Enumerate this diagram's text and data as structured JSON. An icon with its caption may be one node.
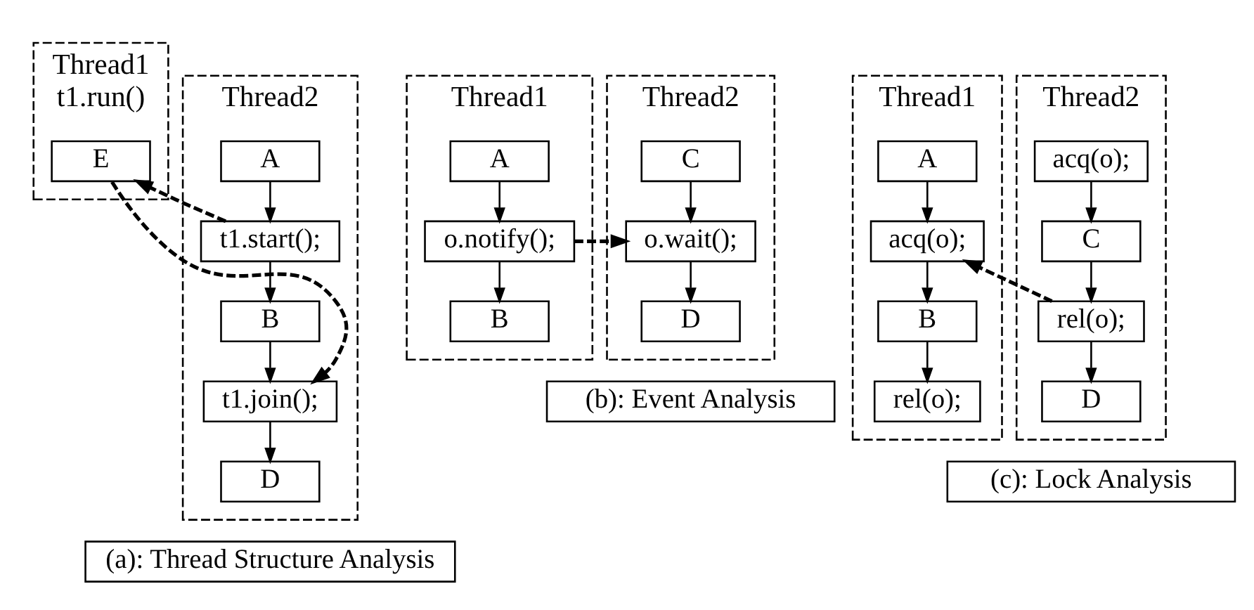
{
  "diagram": {
    "nodes": [
      {
        "text": [
          "Thread1",
          "t1.run()"
        ]
      },
      {
        "text": [
          "E"
        ],
        "in": 0
      },
      {
        "text": [
          "Thread2"
        ]
      },
      {
        "text": [
          "A"
        ],
        "in": 2
      },
      {
        "text": [
          "t1.start();"
        ],
        "in": 2
      },
      {
        "text": [
          "B"
        ],
        "in": 2
      },
      {
        "text": [
          "t1.join();"
        ],
        "in": 2
      },
      {
        "text": [
          "D"
        ],
        "in": 2
      },
      {
        "text": [
          "(a): Thread Structure Analysis"
        ]
      },
      {
        "text": [
          "Thread1"
        ]
      },
      {
        "text": [
          "A"
        ],
        "in": 9
      },
      {
        "text": [
          "o.notify();"
        ],
        "in": 9
      },
      {
        "text": [
          "B"
        ],
        "in": 9
      },
      {
        "text": [
          "Thread2"
        ]
      },
      {
        "text": [
          "C"
        ],
        "in": 13
      },
      {
        "text": [
          "o.wait();"
        ],
        "in": 13
      },
      {
        "text": [
          "D"
        ],
        "in": 13
      },
      {
        "text": [
          "(b): Event Analysis"
        ]
      },
      {
        "text": [
          "Thread1"
        ]
      },
      {
        "text": [
          "A"
        ],
        "in": 18
      },
      {
        "text": [
          "acq(o);"
        ],
        "in": 18
      },
      {
        "text": [
          "B"
        ],
        "in": 18
      },
      {
        "text": [
          "rel(o);"
        ],
        "in": 18
      },
      {
        "text": [
          "Thread2"
        ]
      },
      {
        "text": [
          "acq(o);"
        ],
        "in": 23
      },
      {
        "text": [
          "C"
        ],
        "in": 23
      },
      {
        "text": [
          "rel(o);"
        ],
        "in": 23
      },
      {
        "text": [
          "D"
        ],
        "in": 23
      },
      {
        "text": [
          "(c): Lock Analysis"
        ]
      }
    ],
    "edges": [
      {
        "from": 3,
        "to": 4,
        "arrow": "to"
      },
      {
        "from": 4,
        "to": 1,
        "arrow": "to",
        "style": "dashed"
      },
      {
        "from": 4,
        "to": 5,
        "arrow": "to"
      },
      {
        "from": 5,
        "to": 6,
        "arrow": "to"
      },
      {
        "from": 1,
        "to": 6,
        "arrow": "to",
        "style": "dashed"
      },
      {
        "from": 6,
        "to": 7,
        "arrow": "to"
      },
      {
        "from": 10,
        "to": 11,
        "arrow": "to"
      },
      {
        "from": 11,
        "to": 12,
        "arrow": "to"
      },
      {
        "from": 11,
        "to": 15,
        "arrow": "to",
        "style": "dashed"
      },
      {
        "from": 14,
        "to": 15,
        "arrow": "to"
      },
      {
        "from": 15,
        "to": 16,
        "arrow": "to"
      },
      {
        "from": 19,
        "to": 20,
        "arrow": "to"
      },
      {
        "from": 20,
        "to": 21,
        "arrow": "to"
      },
      {
        "from": 21,
        "to": 22,
        "arrow": "to"
      },
      {
        "from": 24,
        "to": 25,
        "arrow": "to"
      },
      {
        "from": 25,
        "to": 26,
        "arrow": "to"
      },
      {
        "from": 26,
        "to": 20,
        "arrow": "to",
        "style": "dashed"
      },
      {
        "from": 26,
        "to": 27,
        "arrow": "to"
      }
    ]
  }
}
